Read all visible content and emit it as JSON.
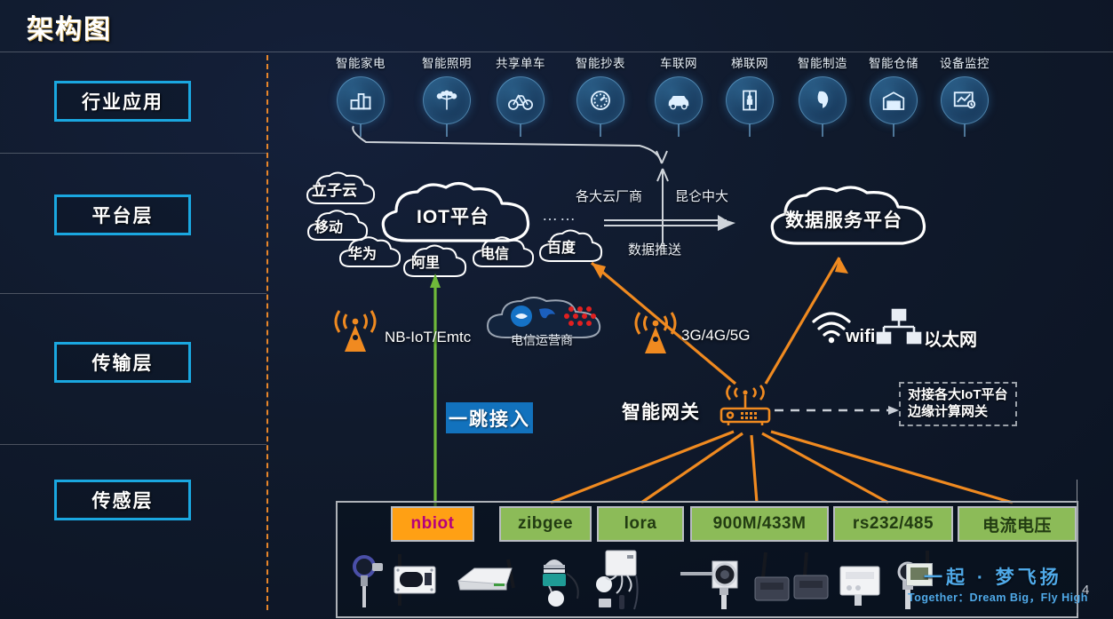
{
  "page": {
    "title": "架构图",
    "page_number": "4",
    "background_color": "#0d1626",
    "accent_cyan": "#1aa7e0",
    "accent_orange": "#e8862a",
    "accent_green": "#8cbb58"
  },
  "layers": [
    {
      "label": "行业应用",
      "name": "industry-application"
    },
    {
      "label": "平台层",
      "name": "platform"
    },
    {
      "label": "传输层",
      "name": "transmission"
    },
    {
      "label": "传感层",
      "name": "sensing"
    }
  ],
  "applications": [
    {
      "label": "智能家电",
      "icon": "smart-appliance-icon"
    },
    {
      "label": "智能照明",
      "icon": "smart-lighting-icon"
    },
    {
      "label": "共享单车",
      "icon": "shared-bike-icon"
    },
    {
      "label": "智能抄表",
      "icon": "smart-meter-icon"
    },
    {
      "label": "车联网",
      "icon": "connected-car-icon"
    },
    {
      "label": "梯联网",
      "icon": "elevator-iot-icon"
    },
    {
      "label": "智能制造",
      "icon": "smart-manufacturing-icon"
    },
    {
      "label": "智能仓储",
      "icon": "smart-warehouse-icon"
    },
    {
      "label": "设备监控",
      "icon": "device-monitoring-icon"
    }
  ],
  "platform": {
    "main_cloud": "IOT平台",
    "data_cloud": "数据服务平台",
    "ellipsis": "……",
    "vendor_clouds": [
      {
        "label": "立子云"
      },
      {
        "label": "移动"
      },
      {
        "label": "华为"
      },
      {
        "label": "阿里"
      },
      {
        "label": "电信"
      },
      {
        "label": "百度"
      }
    ],
    "pillar_left": "各大云厂商",
    "pillar_right": "昆仑中大",
    "push_label": "数据推送"
  },
  "transmission": {
    "nbiot_label": "NB-IoT/Emtc",
    "carrier_cloud_label": "电信运营商",
    "cellular_label": "3G/4G/5G",
    "wifi_label": "wifi",
    "ethernet_label": "以太网",
    "one_hop_label": "一跳接入",
    "gateway_label": "智能网关",
    "edge_note_line1": "对接各大IoT平台",
    "edge_note_line2": "边缘计算网关"
  },
  "protocols": [
    {
      "label": "nbiot",
      "style": "orange"
    },
    {
      "label": "zibgee",
      "style": "green"
    },
    {
      "label": "lora",
      "style": "green"
    },
    {
      "label": "900M/433M",
      "style": "green"
    },
    {
      "label": "rs232/485",
      "style": "green"
    },
    {
      "label": "电流电压",
      "style": "green"
    }
  ],
  "branding": {
    "cn": "一起 · 梦飞扬",
    "en": "Together：Dream Big，Fly High"
  }
}
